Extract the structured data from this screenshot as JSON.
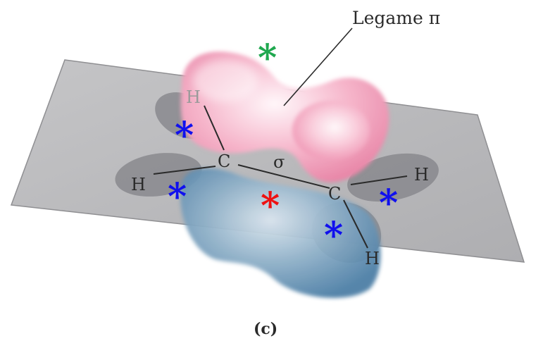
{
  "diagram": {
    "callout_label": "Legame π",
    "sigma_label": "σ",
    "caption": "(c)",
    "carbon_left": "C",
    "carbon_right": "C",
    "h_top_left": "H",
    "h_left": "H",
    "h_right": "H",
    "h_bottom_right": "H",
    "asterisk": "*"
  },
  "colors": {
    "plane": "#b9b9bb",
    "plane_edge": "#8f8f92",
    "lobe_shadow": "#7f7f84",
    "pi_lobe_top": "#f4a3bd",
    "pi_lobe_bottom": "#5f8fb3",
    "marker_green": "#1fa84f",
    "marker_blue": "#1010ee",
    "marker_red": "#ee1111",
    "text": "#2a2a2a"
  }
}
